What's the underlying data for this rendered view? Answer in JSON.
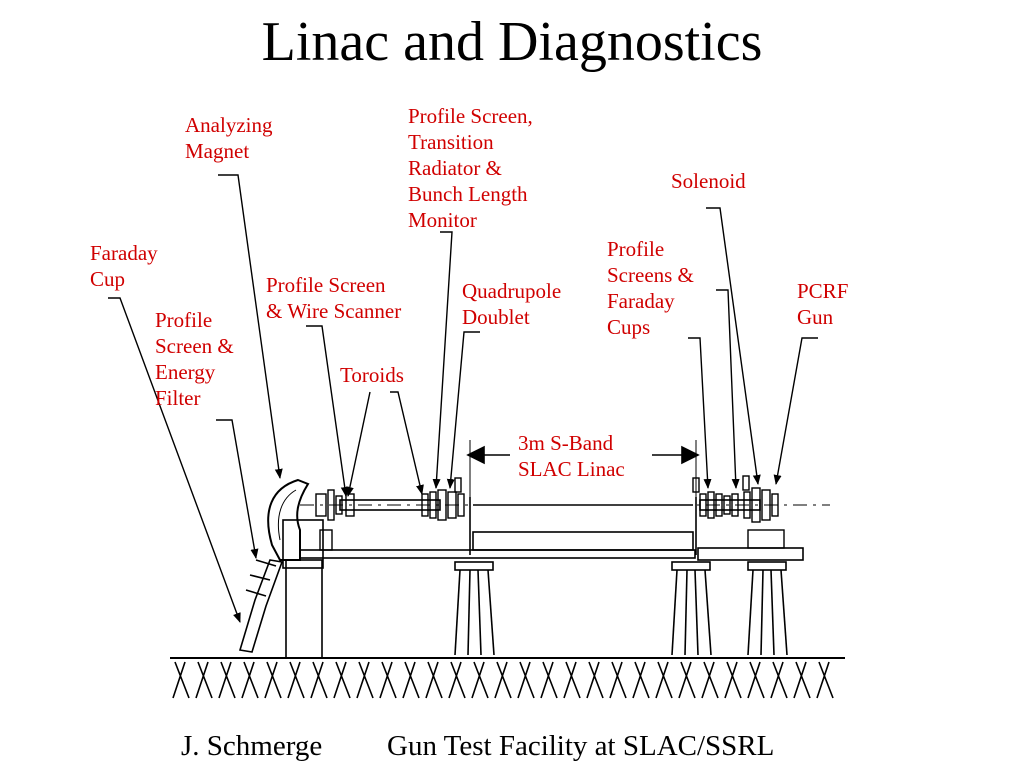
{
  "title": "Linac and Diagnostics",
  "labels": {
    "analyzing_magnet": [
      "Analyzing",
      "Magnet"
    ],
    "faraday_cup": [
      "Faraday",
      "Cup"
    ],
    "profile_energy": [
      "Profile",
      "Screen &",
      "Energy",
      "Filter"
    ],
    "profile_wire": [
      "Profile Screen",
      "& Wire Scanner"
    ],
    "toroids": [
      "Toroids"
    ],
    "profile_transition": [
      "Profile Screen,",
      "Transition",
      "Radiator &",
      "Bunch Length",
      "Monitor"
    ],
    "quad_doublet": [
      "Quadrupole",
      "Doublet"
    ],
    "solenoid": [
      "Solenoid"
    ],
    "profile_faraday_cups": [
      "Profile",
      "Screens &",
      "Faraday",
      "Cups"
    ],
    "pcrf_gun": [
      "PCRF",
      "Gun"
    ]
  },
  "linac_dimension": [
    "3m S-Band",
    "SLAC Linac"
  ],
  "footer": {
    "author": "J. Schmerge",
    "facility": "Gun Test Facility at SLAC/SSRL"
  },
  "colors": {
    "label": "#d00000",
    "drawing": "#000000"
  }
}
